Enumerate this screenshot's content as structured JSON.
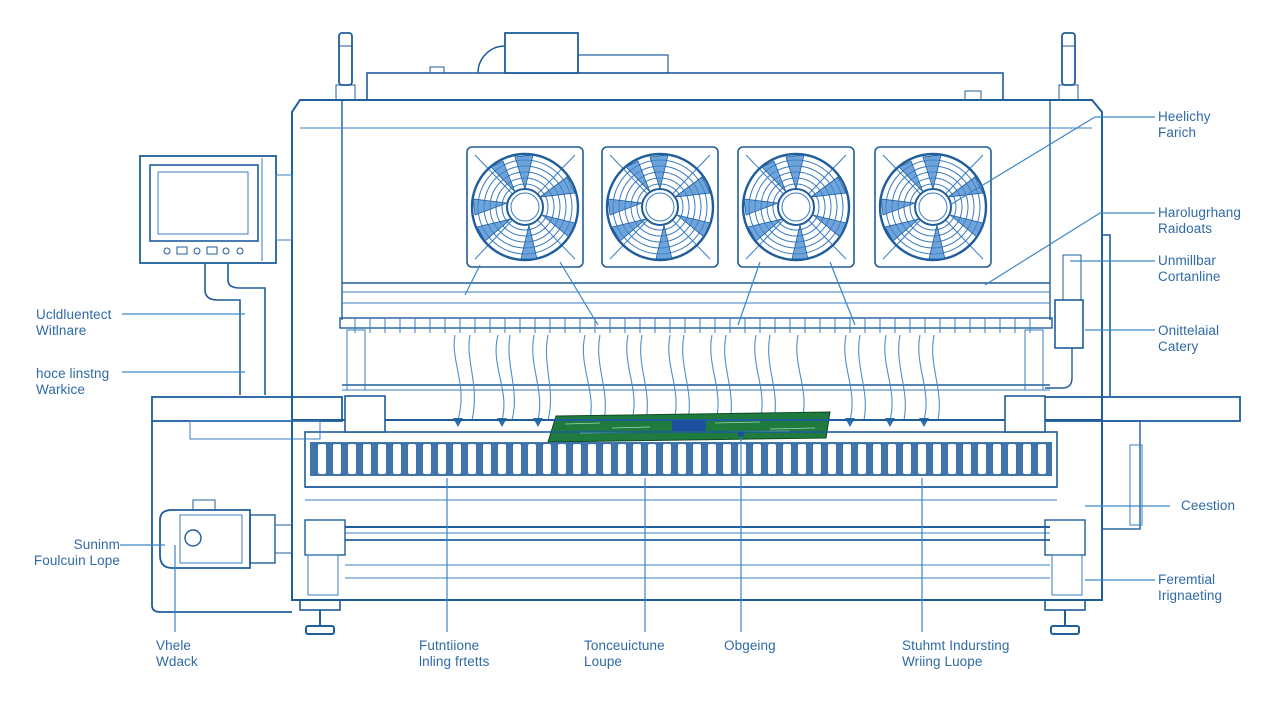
{
  "diagram": {
    "subject": "reflow oven / PCB conveyor machine schematic",
    "colors": {
      "line": "#1f5d9c",
      "label": "#2f6aa6",
      "leader": "#3c86c4",
      "fan_blade": "#3f86cf",
      "pcb": "#1f7a3e",
      "background": "#ffffff"
    },
    "components": {
      "control_panel": {
        "icon": "touchscreen-panel-icon",
        "buttons": 6
      },
      "fans": {
        "count": 4,
        "icon": "axial-fan-icon"
      },
      "pcb_board": {
        "icon": "circuit-board-icon",
        "color": "#1f7a3e"
      },
      "conveyor_rollers": {
        "icon": "roller-chain-icon"
      },
      "motor": {
        "icon": "electric-motor-icon"
      },
      "beacon_lights": {
        "count": 2,
        "icon": "signal-tower-icon"
      },
      "leveling_feet": {
        "count": 4,
        "icon": "leveling-foot-icon"
      }
    },
    "labels": {
      "right": [
        {
          "line1": "Heelichy",
          "line2": "Farich"
        },
        {
          "line1": "Harolugrhang",
          "line2": "Raidoats"
        },
        {
          "line1": "Unmillbar",
          "line2": "Cortanline"
        },
        {
          "line1": "Onittelaial",
          "line2": "Catery"
        },
        {
          "line1": "Ceestion",
          "line2": ""
        },
        {
          "line1": "Feremtial",
          "line2": "Irignaeting"
        }
      ],
      "left": [
        {
          "line1": "Ucldluentect",
          "line2": "Witlnare"
        },
        {
          "line1": "hoce linstng",
          "line2": "Warkice"
        },
        {
          "line1": "Suninm",
          "line2": "Foulcuin Lope"
        }
      ],
      "bottom": [
        {
          "line1": "Vhele",
          "line2": "Wdack"
        },
        {
          "line1": "Futntiione",
          "line2": "lnling frtetts"
        },
        {
          "line1": "Tonceuictune",
          "line2": "Loupe"
        },
        {
          "line1": "Obgeing",
          "line2": ""
        },
        {
          "line1": "Stuhmt Indursting",
          "line2": "Wriing Luope"
        }
      ]
    }
  }
}
